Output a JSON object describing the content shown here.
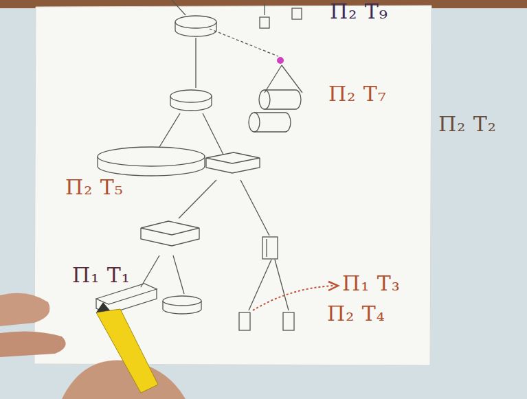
{
  "diagram": {
    "labels": [
      "Π₂ T₉",
      "Π₂ T₇",
      "Π₂ T₂",
      "Π₂ T₅",
      "Π₁ T₁",
      "Π₁ T₃",
      "Π₂ T₄"
    ]
  }
}
